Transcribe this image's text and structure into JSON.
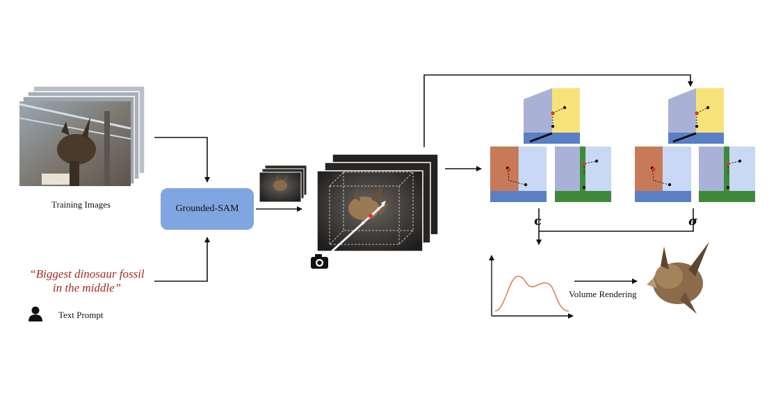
{
  "training_images_label": "Training Images",
  "grounded_sam_label": "Grounded-SAM",
  "text_prompt_quote": "“Biggest dinosaur fossil in the middle”",
  "text_prompt_line1": "“Biggest dinosaur fossil",
  "text_prompt_line2": "in the middle”",
  "text_prompt_label": "Text Prompt",
  "color_symbol": "c",
  "density_symbol": "σ",
  "volume_rendering_label": "Volume Rendering",
  "icons": [
    "person-icon",
    "camera-icon"
  ],
  "colors": {
    "sam_box": "#7fa6e0",
    "prompt_text": "#a42a1f",
    "cube_yellow": "#f7e27a",
    "cube_blue_floor": "#5b7fc4",
    "cube_lavender": "#a9b2d6",
    "cube_orange": "#c87a58",
    "cube_green": "#3f8a3a",
    "cube_light_blue": "#c9d8f4",
    "curve": "#d9805f"
  }
}
